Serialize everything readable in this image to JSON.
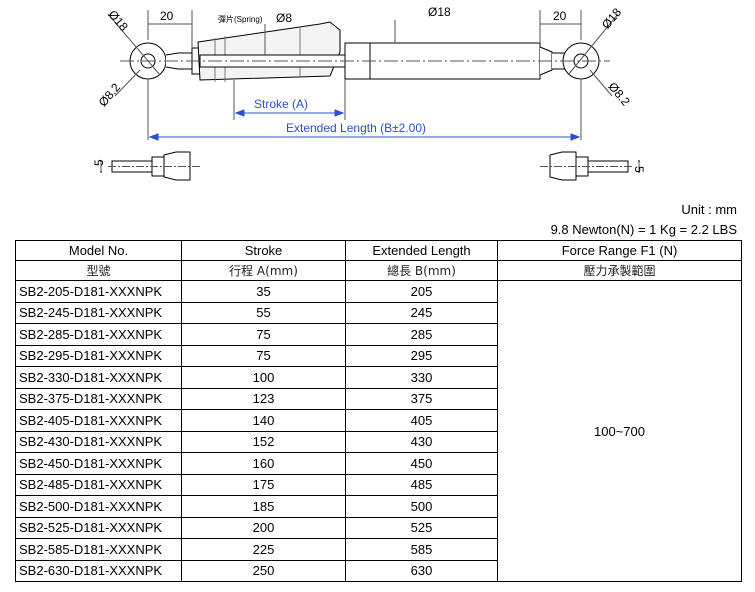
{
  "drawing": {
    "dim_rod_end_left": "20",
    "dim_rod_end_right": "20",
    "dim_eye_left": "Ø18",
    "dim_eye_right": "Ø18",
    "dim_hole_left": "Ø8.2",
    "dim_hole_right": "Ø8.2",
    "spring_label": "彈片(Spring)",
    "dim_rod": "Ø8",
    "dim_body": "Ø18",
    "stroke_label": "Stroke (A)",
    "length_label": "Extended Length (B±2.00)",
    "dim_side_left": "5",
    "dim_side_right": "5",
    "accent_color": "#2a4fd0"
  },
  "units": {
    "unit": "Unit : mm",
    "conversion": "9.8 Newton(N) = 1 Kg = 2.2 LBS"
  },
  "table": {
    "headers": {
      "model": "Model No.",
      "model_sub": "型號",
      "stroke": "Stroke",
      "stroke_sub": "行程 A(mm)",
      "length": "Extended Length",
      "length_sub": "總長 B(mm)",
      "force": "Force Range F1 (N)",
      "force_sub": "壓力承製範圍"
    },
    "force_value": "100~700",
    "rows": [
      {
        "model": "SB2-205-D181-XXXNPK",
        "stroke": "35",
        "length": "205"
      },
      {
        "model": "SB2-245-D181-XXXNPK",
        "stroke": "55",
        "length": "245"
      },
      {
        "model": "SB2-285-D181-XXXNPK",
        "stroke": "75",
        "length": "285"
      },
      {
        "model": "SB2-295-D181-XXXNPK",
        "stroke": "75",
        "length": "295"
      },
      {
        "model": "SB2-330-D181-XXXNPK",
        "stroke": "100",
        "length": "330"
      },
      {
        "model": "SB2-375-D181-XXXNPK",
        "stroke": "123",
        "length": "375"
      },
      {
        "model": "SB2-405-D181-XXXNPK",
        "stroke": "140",
        "length": "405"
      },
      {
        "model": "SB2-430-D181-XXXNPK",
        "stroke": "152",
        "length": "430"
      },
      {
        "model": "SB2-450-D181-XXXNPK",
        "stroke": "160",
        "length": "450"
      },
      {
        "model": "SB2-485-D181-XXXNPK",
        "stroke": "175",
        "length": "485"
      },
      {
        "model": "SB2-500-D181-XXXNPK",
        "stroke": "185",
        "length": "500"
      },
      {
        "model": "SB2-525-D181-XXXNPK",
        "stroke": "200",
        "length": "525"
      },
      {
        "model": "SB2-585-D181-XXXNPK",
        "stroke": "225",
        "length": "585"
      },
      {
        "model": "SB2-630-D181-XXXNPK",
        "stroke": "250",
        "length": "630"
      }
    ]
  }
}
